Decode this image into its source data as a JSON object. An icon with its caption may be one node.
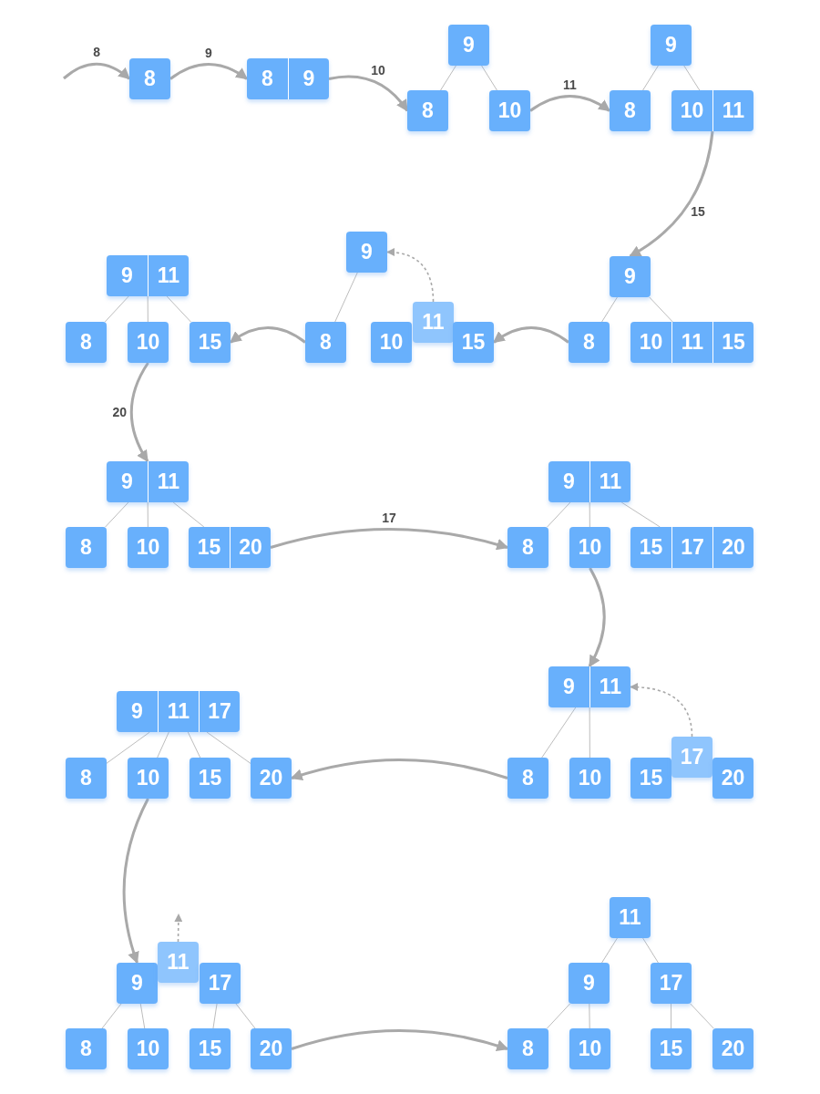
{
  "diagram": {
    "nodes": [
      {
        "text": [
          "8"
        ]
      },
      {
        "text": [
          "8",
          "9"
        ]
      },
      {
        "text": [
          "9"
        ]
      },
      {
        "text": [
          "8"
        ]
      },
      {
        "text": [
          "10"
        ]
      },
      {
        "text": [
          "9"
        ]
      },
      {
        "text": [
          "8"
        ]
      },
      {
        "text": [
          "10",
          "11"
        ]
      },
      {
        "text": [
          "9"
        ]
      },
      {
        "text": [
          "8"
        ]
      },
      {
        "text": [
          "10",
          "11",
          "15"
        ]
      },
      {
        "text": [
          "9"
        ]
      },
      {
        "text": [
          "8"
        ]
      },
      {
        "text": [
          "10"
        ]
      },
      {
        "text": [
          "11"
        ]
      },
      {
        "text": [
          "15"
        ]
      },
      {
        "text": [
          "9",
          "11"
        ]
      },
      {
        "text": [
          "8"
        ]
      },
      {
        "text": [
          "10"
        ]
      },
      {
        "text": [
          "15"
        ]
      },
      {
        "text": [
          "9",
          "11"
        ]
      },
      {
        "text": [
          "8"
        ]
      },
      {
        "text": [
          "10"
        ]
      },
      {
        "text": [
          "15",
          "20"
        ]
      },
      {
        "text": [
          "9",
          "11"
        ]
      },
      {
        "text": [
          "8"
        ]
      },
      {
        "text": [
          "10"
        ]
      },
      {
        "text": [
          "15",
          "17",
          "20"
        ]
      },
      {
        "text": [
          "9",
          "11"
        ]
      },
      {
        "text": [
          "8"
        ]
      },
      {
        "text": [
          "10"
        ]
      },
      {
        "text": [
          "15"
        ]
      },
      {
        "text": [
          "17"
        ]
      },
      {
        "text": [
          "20"
        ]
      },
      {
        "text": [
          "9",
          "11",
          "17"
        ]
      },
      {
        "text": [
          "8"
        ]
      },
      {
        "text": [
          "10"
        ]
      },
      {
        "text": [
          "15"
        ]
      },
      {
        "text": [
          "20"
        ]
      },
      {
        "text": [
          "9"
        ]
      },
      {
        "text": [
          "11"
        ]
      },
      {
        "text": [
          "17"
        ]
      },
      {
        "text": [
          "8"
        ]
      },
      {
        "text": [
          "10"
        ]
      },
      {
        "text": [
          "15"
        ]
      },
      {
        "text": [
          "20"
        ]
      },
      {
        "text": [
          "11"
        ]
      },
      {
        "text": [
          "9"
        ]
      },
      {
        "text": [
          "17"
        ]
      },
      {
        "text": [
          "8"
        ]
      },
      {
        "text": [
          "10"
        ]
      },
      {
        "text": [
          "15"
        ]
      },
      {
        "text": [
          "20"
        ]
      }
    ],
    "edges": [
      {
        "from": null,
        "to": 0,
        "arrow": "to",
        "label": "8",
        "style": "thick"
      },
      {
        "from": 0,
        "to": 1,
        "arrow": "to",
        "label": "9",
        "style": "thick"
      },
      {
        "from": 1,
        "to": 3,
        "arrow": "to",
        "label": "10",
        "style": "thick"
      },
      {
        "from": 2,
        "to": 3,
        "arrow": "none"
      },
      {
        "from": 2,
        "to": 4,
        "arrow": "none"
      },
      {
        "from": 4,
        "to": 6,
        "arrow": "to",
        "label": "11",
        "style": "thick"
      },
      {
        "from": 5,
        "to": 6,
        "arrow": "none"
      },
      {
        "from": 5,
        "to": 7,
        "arrow": "none"
      },
      {
        "from": 7,
        "to": 8,
        "arrow": "to",
        "label": "15",
        "style": "thick"
      },
      {
        "from": 8,
        "to": 9,
        "arrow": "none"
      },
      {
        "from": 8,
        "to": 10,
        "arrow": "none"
      },
      {
        "from": 9,
        "to": 15,
        "arrow": "to",
        "style": "thick"
      },
      {
        "from": 11,
        "to": 12,
        "arrow": "none"
      },
      {
        "from": 14,
        "to": 11,
        "arrow": "to",
        "style": "dashed"
      },
      {
        "from": 12,
        "to": 19,
        "arrow": "to",
        "style": "thick"
      },
      {
        "from": 16,
        "to": 17,
        "arrow": "none"
      },
      {
        "from": 16,
        "to": 18,
        "arrow": "none"
      },
      {
        "from": 16,
        "to": 19,
        "arrow": "none"
      },
      {
        "from": 18,
        "to": 20,
        "arrow": "to",
        "label": "20",
        "style": "thick"
      },
      {
        "from": 20,
        "to": 21,
        "arrow": "none"
      },
      {
        "from": 20,
        "to": 22,
        "arrow": "none"
      },
      {
        "from": 20,
        "to": 23,
        "arrow": "none"
      },
      {
        "from": 23,
        "to": 25,
        "arrow": "to",
        "label": "17",
        "style": "thick"
      },
      {
        "from": 24,
        "to": 25,
        "arrow": "none"
      },
      {
        "from": 24,
        "to": 26,
        "arrow": "none"
      },
      {
        "from": 24,
        "to": 27,
        "arrow": "none"
      },
      {
        "from": 26,
        "to": 28,
        "arrow": "to",
        "style": "thick"
      },
      {
        "from": 28,
        "to": 29,
        "arrow": "none"
      },
      {
        "from": 28,
        "to": 30,
        "arrow": "none"
      },
      {
        "from": 32,
        "to": 28,
        "arrow": "to",
        "style": "dashed"
      },
      {
        "from": 29,
        "to": 38,
        "arrow": "to",
        "style": "thick"
      },
      {
        "from": 34,
        "to": 35,
        "arrow": "none"
      },
      {
        "from": 34,
        "to": 36,
        "arrow": "none"
      },
      {
        "from": 34,
        "to": 37,
        "arrow": "none"
      },
      {
        "from": 34,
        "to": 38,
        "arrow": "none"
      },
      {
        "from": 36,
        "to": 39,
        "arrow": "to",
        "style": "thick"
      },
      {
        "from": 39,
        "to": 42,
        "arrow": "none"
      },
      {
        "from": 39,
        "to": 43,
        "arrow": "none"
      },
      {
        "from": 41,
        "to": 44,
        "arrow": "none"
      },
      {
        "from": 41,
        "to": 45,
        "arrow": "none"
      },
      {
        "from": 40,
        "to": null,
        "arrow": "to",
        "style": "dashed"
      },
      {
        "from": 45,
        "to": 49,
        "arrow": "to",
        "style": "thick"
      },
      {
        "from": 46,
        "to": 47,
        "arrow": "none"
      },
      {
        "from": 46,
        "to": 48,
        "arrow": "none"
      },
      {
        "from": 47,
        "to": 49,
        "arrow": "none"
      },
      {
        "from": 47,
        "to": 50,
        "arrow": "none"
      },
      {
        "from": 48,
        "to": 51,
        "arrow": "none"
      },
      {
        "from": 48,
        "to": 52,
        "arrow": "none"
      }
    ]
  }
}
